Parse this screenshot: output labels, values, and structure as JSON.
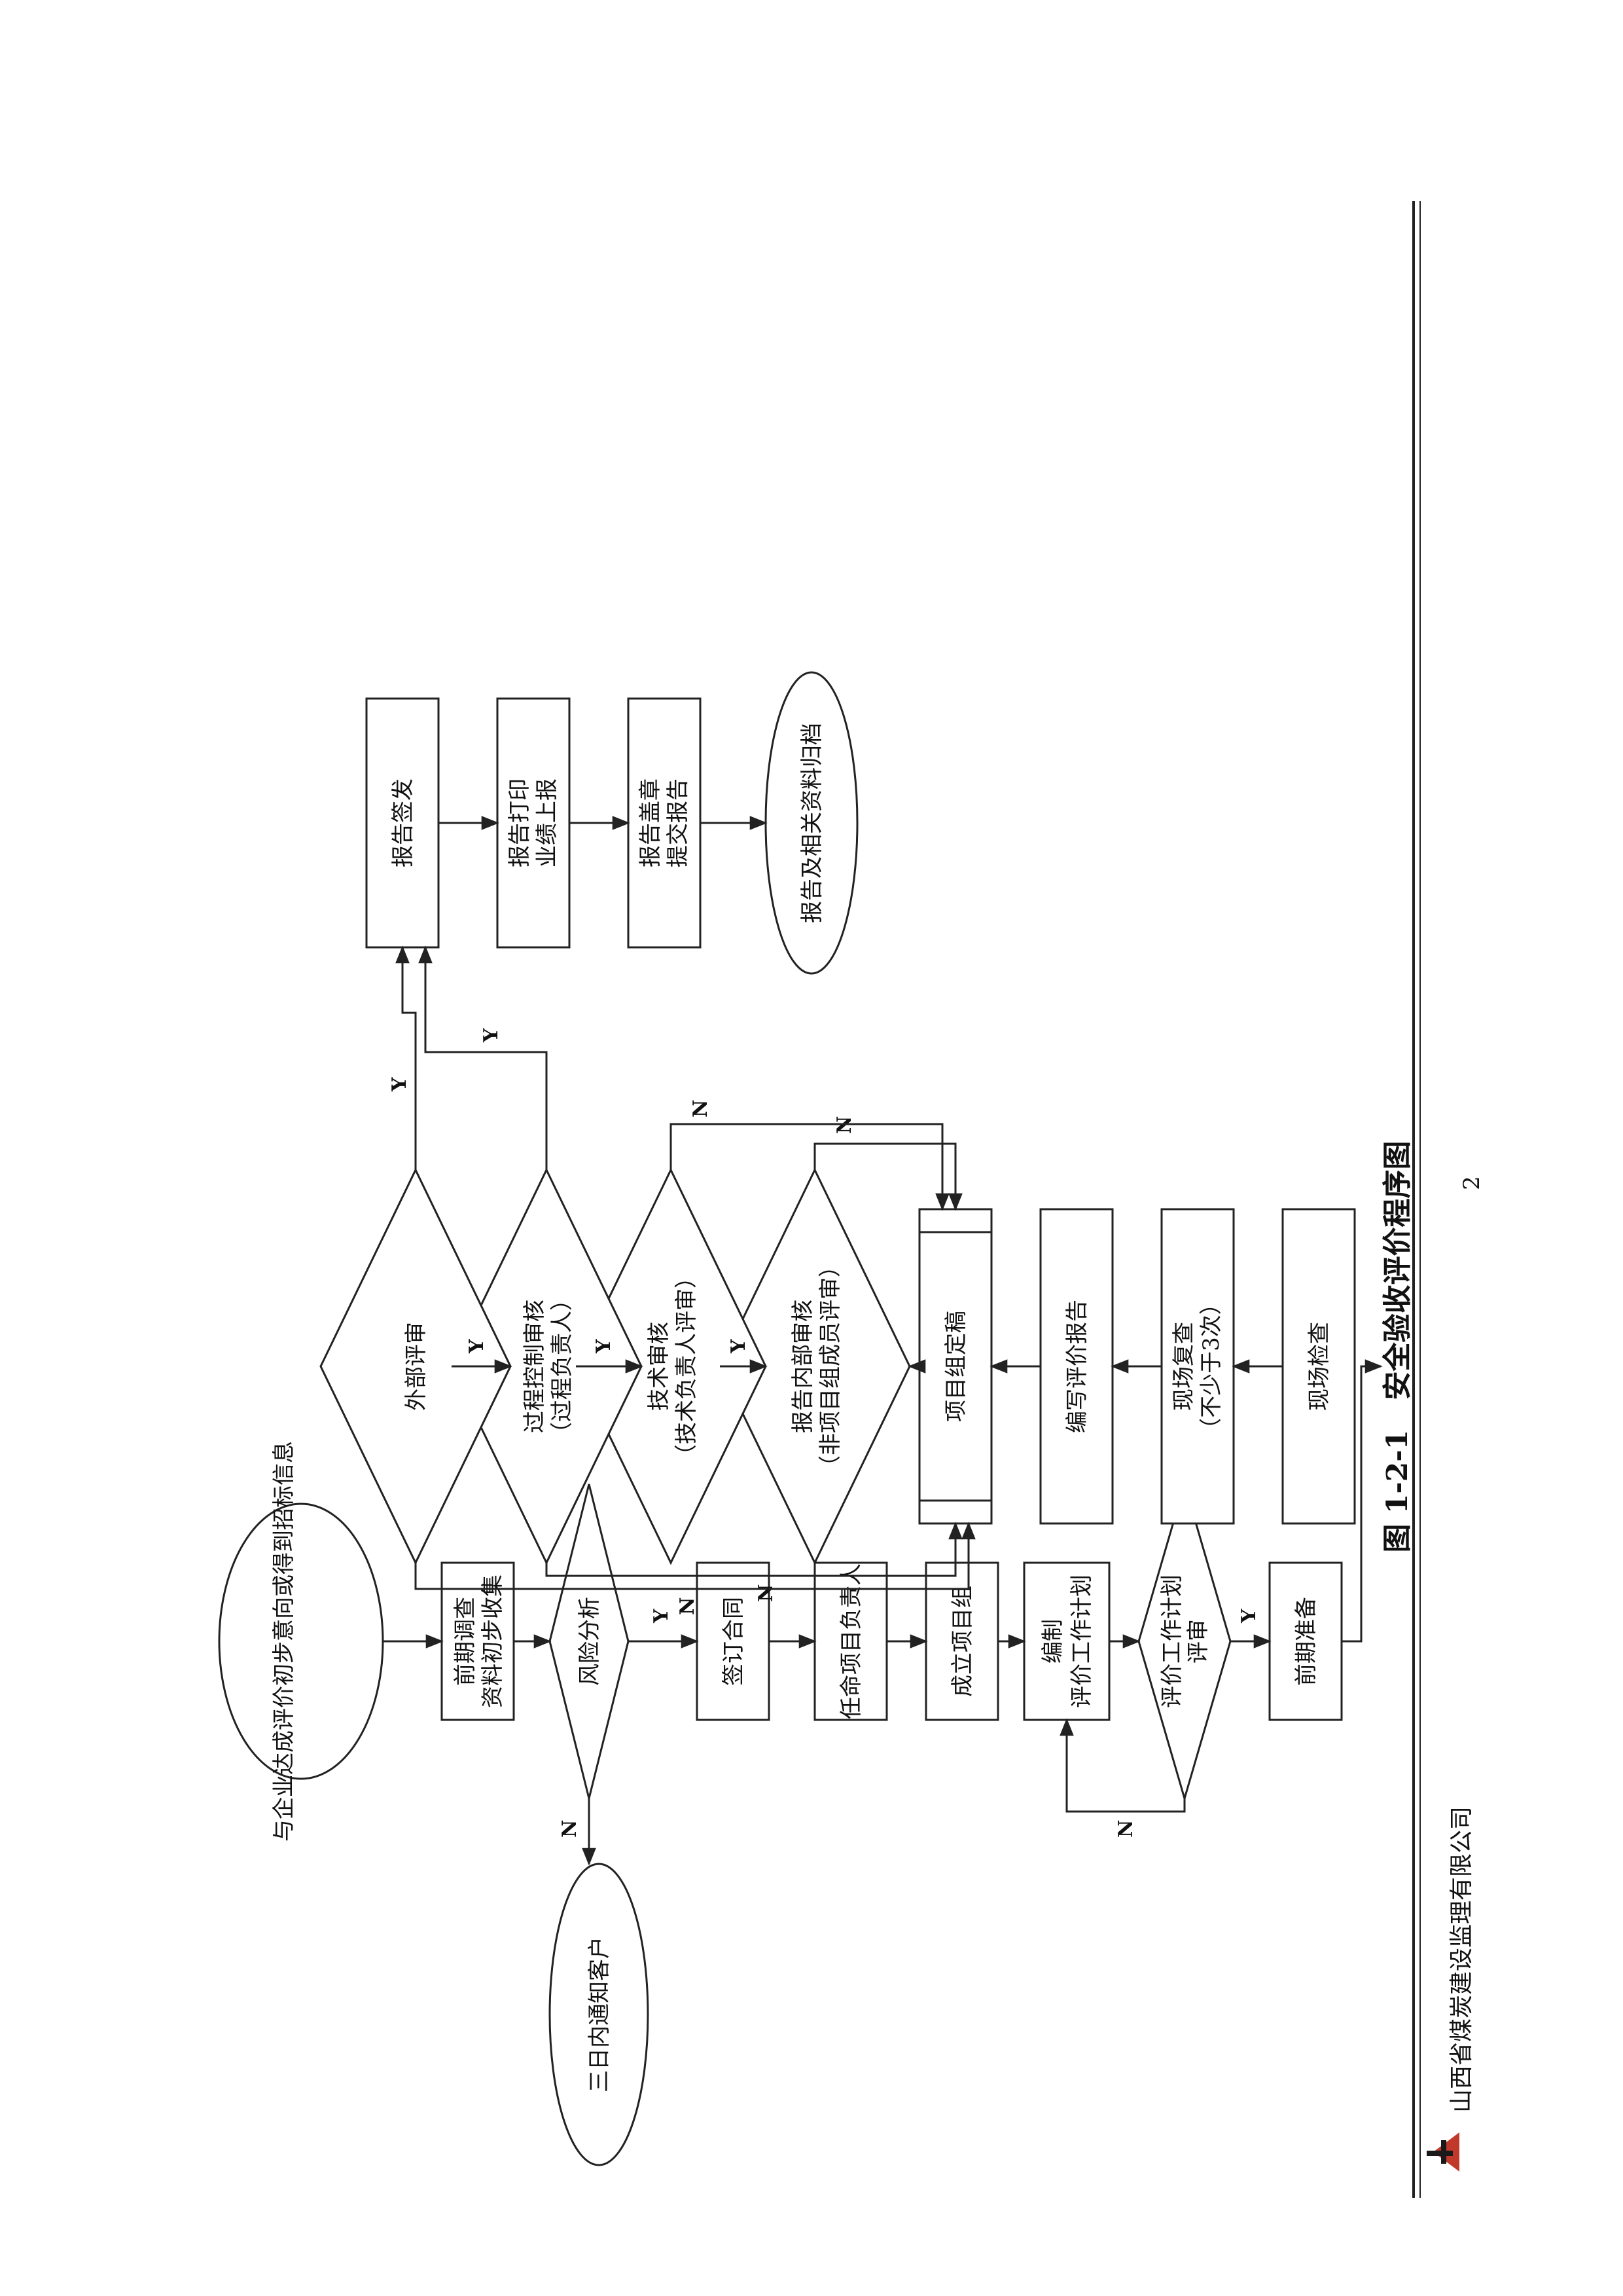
{
  "company": {
    "name": "山西省煤炭建设监理有限公司"
  },
  "figure": {
    "caption_no": "图 1-2-1",
    "caption_title": "安全验收评价程序图"
  },
  "page_number": "2",
  "nodes": {
    "start": "与企业达成评价初步意向或得到招标信息",
    "survey": [
      "前期调查",
      "资料初步收集"
    ],
    "risk": "风险分析",
    "notify": "三日内通知客户",
    "contract": "签订合同",
    "appoint": "任命项目负责人",
    "team": "成立项目组",
    "plan": [
      "编制",
      "评价工作计划"
    ],
    "plan_review": [
      "评价工作计划",
      "评审"
    ],
    "prep": "前期准备",
    "check": "现场检查",
    "recheck": [
      "现场复查",
      "（不少于3次）"
    ],
    "write": "编写评价报告",
    "draft": "项目组定稿",
    "internal": [
      "报告内部审核",
      "（非项目组成员评审）"
    ],
    "tech": [
      "技术审核",
      "（技术负责人评审）"
    ],
    "process": [
      "过程控制审核",
      "（过程负责人）"
    ],
    "external": "外部评审",
    "sign": "报告签发",
    "print": [
      "报告打印",
      "业绩上报"
    ],
    "seal": [
      "报告盖章",
      "提交报告"
    ],
    "archive": "报告及相关资料归档"
  },
  "edge_labels": {
    "yes": "Y",
    "no": "N"
  }
}
